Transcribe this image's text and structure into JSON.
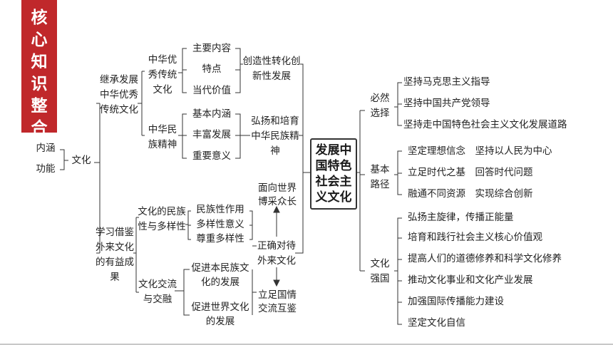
{
  "banner": {
    "title": "核心知识整合"
  },
  "center": {
    "title": "发展中国特色社会主义文化"
  },
  "left": {
    "items": [
      "内涵",
      "功能"
    ],
    "root": "文化",
    "branch_inherit": "继承发展中华优秀传统文化",
    "branch_learn": "学习借鉴外来文化的有益成果"
  },
  "inherit": {
    "excellent": "中华优秀传统文化",
    "excellent_items": [
      "主要内容",
      "特点",
      "当代价值"
    ],
    "excellent_result": "创造性转化创新性发展",
    "spirit": "中华民族精神",
    "spirit_items": [
      "基本内涵",
      "丰富发展",
      "重要意义"
    ],
    "spirit_result": "弘扬和培育中华民族精神"
  },
  "learn": {
    "diversity": "文化的民族性与多样性",
    "diversity_items": [
      "民族性作用",
      "多样性意义",
      "尊重多样性"
    ],
    "exchange": "文化交流与交融",
    "exchange_items": [
      "促进本民族文化的发展",
      "促进世界文化的发展"
    ],
    "treat": "正确对待外来文化",
    "treat_up": "面向世界博采众长",
    "treat_down": "立足国情交流互鉴"
  },
  "right": {
    "necessity_label": "必然选择",
    "necessity_items": [
      "坚持马克思主义指导",
      "坚持中国共产党领导",
      "坚持走中国特色社会主义文化发展道路"
    ],
    "path_label": "基本路径",
    "path_items": [
      "坚定理想信念　坚持以人民为中心",
      "立足时代之基　回答时代问题",
      "融通不同资源　实现综合创新"
    ],
    "power_label": "文化强国",
    "power_items": [
      "弘扬主旋律，传播正能量",
      "培育和践行社会主义核心价值观",
      "提高人们的道德修养和科学文化修养",
      "推动文化事业和文化产业发展",
      "加强国际传播能力建设",
      "坚定文化自信"
    ]
  }
}
